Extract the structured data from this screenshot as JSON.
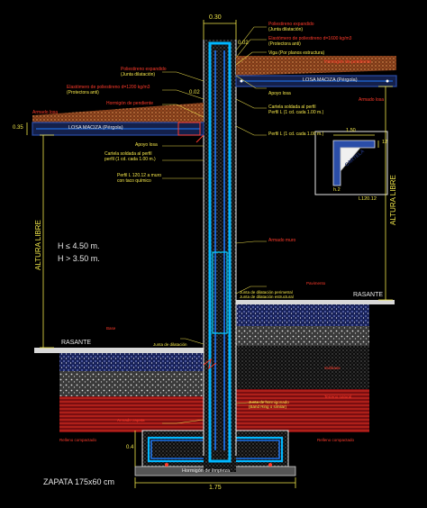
{
  "labels": {
    "top_dim": "0.30",
    "dim_002_right": "0.02",
    "dim_002_left": "0.02",
    "poliest_top": "Poliestireno expandido",
    "poliest_top_sub": "(Junta dilatación)",
    "elast_top": "Elastómero de poliestireno d=1600 kg/m3",
    "elast_top_sub": "(Protectora anti)",
    "viga_top": "Viga (Por planos estructura)",
    "horm_pend_top": "Hormigón de pendiente",
    "losa_right": "LOSA MACIZA (Pérgola)",
    "apoyo_right": "Apoyo losa",
    "armado_losa_right": "Armado losa",
    "perfil_cm_right": "Perfil L (1 cd. cada 1.00 m.)",
    "cartela_right": "Cartela soldada al perfil",
    "perfil_left_top": "Poliestireno expandido",
    "perfil_left_top_sub": "(Junta dilatación)",
    "elast_left": "Elastómero de poliestireno d=1200 kg/m3",
    "elast_left_sub": "(Protectora anti)",
    "horm_pend_left": "Hormigón de pendiente",
    "armado_losa_left": "Armado losa",
    "dim_035": "0.35",
    "losa_left": "LOSA MACIZA (Pérgola)",
    "apoyo_left": "Apoyo losa",
    "cartela_left": "Cartela soldada al perfil",
    "cartela_left_sub": "perfil (1 cd. cada 1.00 m.)",
    "perfil_left": "Perfil L 120.12 a muro",
    "perfil_left_sub": "con taco químico",
    "detail_dim_top": "1.50",
    "detail_dim_right": "12",
    "detail_label_cartela": "CARTELA",
    "detail_h": "h.2",
    "detail_l": "L120.12",
    "altura_libre_left": "ALTURA LIBRE",
    "altura_libre_right": "ALTURA LIBRE",
    "h1": "H ≤ 4.50 m.",
    "h2": "H > 3.50 m.",
    "armado_muro": "Armado muro",
    "junta_right": "Junta de dilatación perimetral",
    "junta_right_sub": "Junta de dilatación estructural",
    "rasante_right": "RASANTE",
    "rasante_left": "RASANTE",
    "junta_left": "Junta de dilatación",
    "pavimento": "Pavimento",
    "base_left": "Base",
    "subbase": "Subbase",
    "terreno": "Terreno natural",
    "junta_horm": "Junta de hormigonado",
    "junta_horm_sub": "(Band Ring o similar)",
    "armado_zapata": "Armado zapata",
    "relleno_left": "Relleno compactado",
    "relleno_right": "Relleno compactado",
    "dim_04": "0.4",
    "horm_limpieza": "Hormigón de limpieza",
    "zapata": "ZAPATA 175x60 cm",
    "dim_175": "1.75"
  },
  "colors": {
    "background": "#000000",
    "wall_outline": "#00b7ff",
    "wall_fill": "#101820",
    "rebar": "#1f7bff",
    "dimension": "#f0e64a",
    "text_red": "#ff3a2a",
    "text_yellow": "#f5e74a",
    "text_white": "#e8e8e8",
    "leader": "#e6d84a",
    "earth_red": "#b0181a",
    "earth_line": "#ff4030",
    "gravel": "#cfcfcf",
    "asphalt": "#1c2c6c",
    "slab_blue": "#2a4da8",
    "pendiente": "#d07a4a"
  }
}
